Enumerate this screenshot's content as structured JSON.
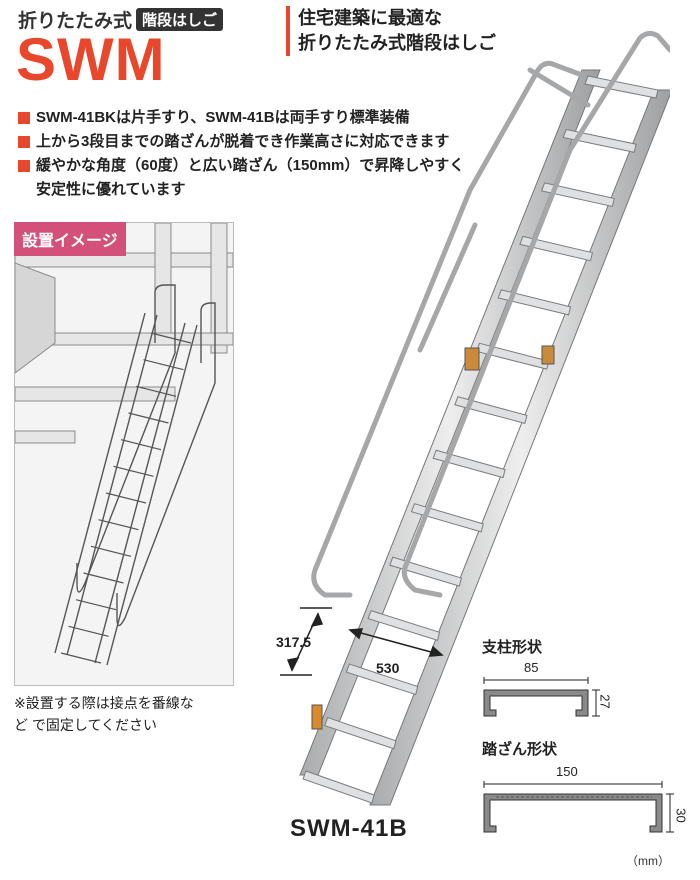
{
  "header": {
    "category": "折りたたみ式",
    "badge": "階段はしご",
    "model": "SWM",
    "tagline": [
      "住宅建築に最適な",
      "折りたたみ式階段はしご"
    ]
  },
  "features": [
    "SWM-41BKは片手すり、SWM-41Bは両手すり標準装備",
    "上から3段目までの踏ざんが脱着でき作業高さに対応できます",
    "緩やかな角度（60度）と広い踏ざん（150mm）で昇降しやすく",
    "安定性に優れています"
  ],
  "install": {
    "label": "設置イメージ",
    "note": [
      "※設置する際は接点を番線な",
      "ど で固定してください"
    ]
  },
  "dimensions": {
    "rise": "317.5",
    "width": "530",
    "post_title": "支柱形状",
    "post_width": "85",
    "post_height": "27",
    "step_title": "踏ざん形状",
    "step_width": "150",
    "step_height": "30",
    "unit": "（mm）"
  },
  "product_name": "SWM-41B",
  "colors": {
    "accent": "#e8472b",
    "badge_bg": "#333333",
    "install_label_bg": "#d2507a",
    "aluminium": "#c9cbcc"
  }
}
